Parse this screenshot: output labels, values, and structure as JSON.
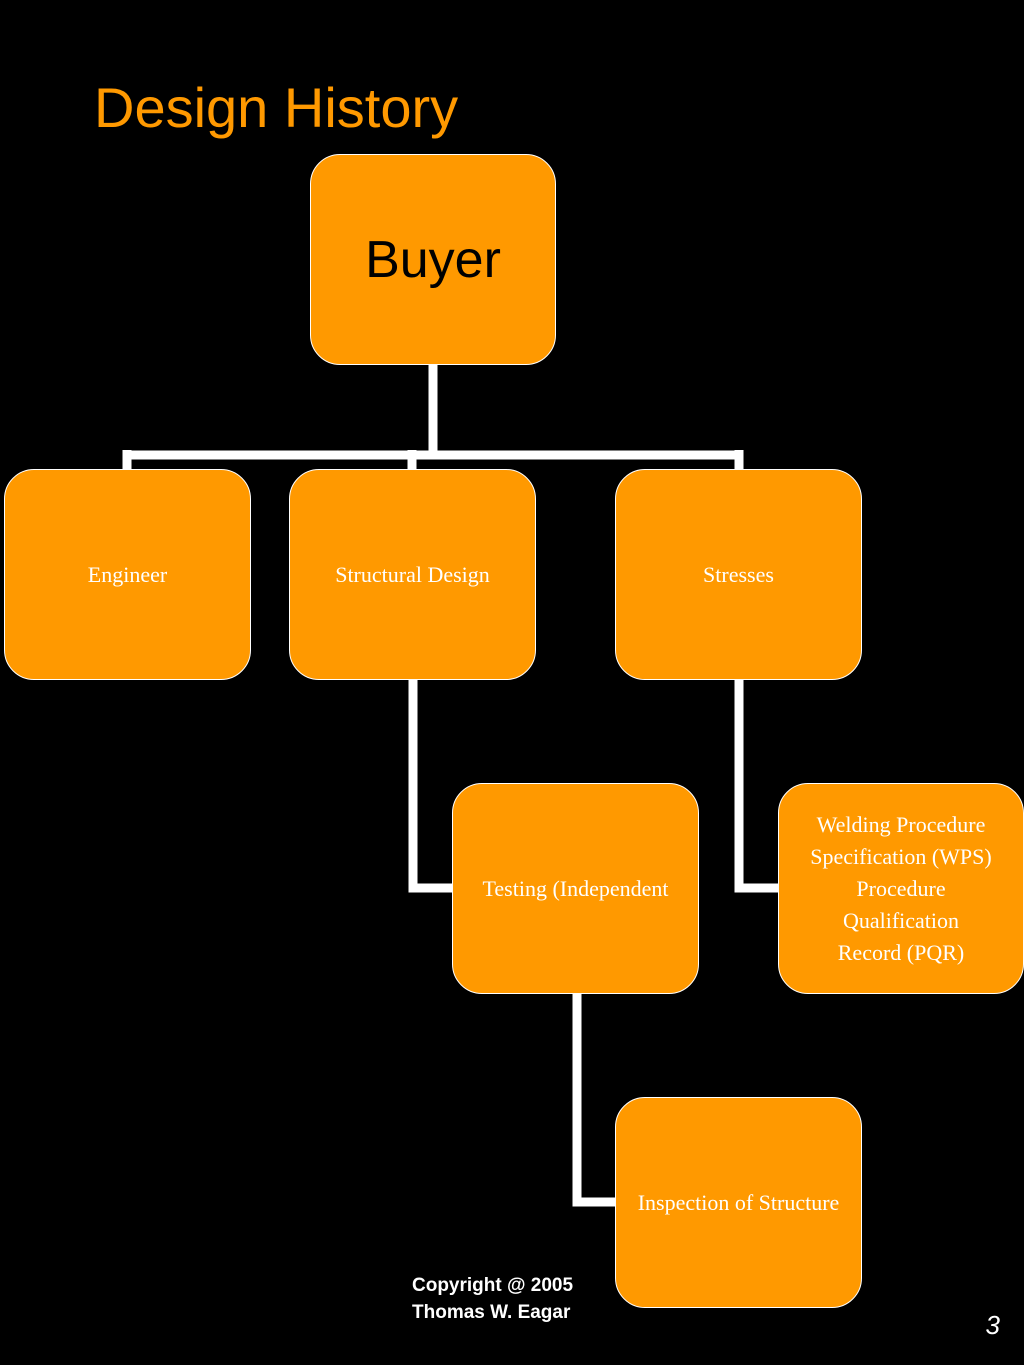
{
  "slide": {
    "title": "Design History",
    "page_number": "3",
    "footer": {
      "line1": "Copyright @ 2005",
      "line2": "Thomas W. Eagar"
    }
  },
  "diagram": {
    "nodes": {
      "buyer": "Buyer",
      "engineer": "Engineer",
      "structural_design": "Structural Design",
      "stresses": "Stresses",
      "testing": "Testing (Independent",
      "wps": [
        "Welding Procedure",
        "Specification (WPS)",
        "Procedure",
        "Qualification",
        "Record (PQR)"
      ],
      "inspection": "Inspection of Structure"
    },
    "edges": [
      [
        "buyer",
        "engineer"
      ],
      [
        "buyer",
        "structural_design"
      ],
      [
        "buyer",
        "stresses"
      ],
      [
        "structural_design",
        "testing"
      ],
      [
        "stresses",
        "wps"
      ],
      [
        "testing",
        "inspection"
      ]
    ]
  },
  "colors": {
    "background": "#000000",
    "node_fill": "#FF9900",
    "node_border": "#FFFFFF",
    "title": "#FF9900",
    "connector": "#FFFFFF"
  }
}
